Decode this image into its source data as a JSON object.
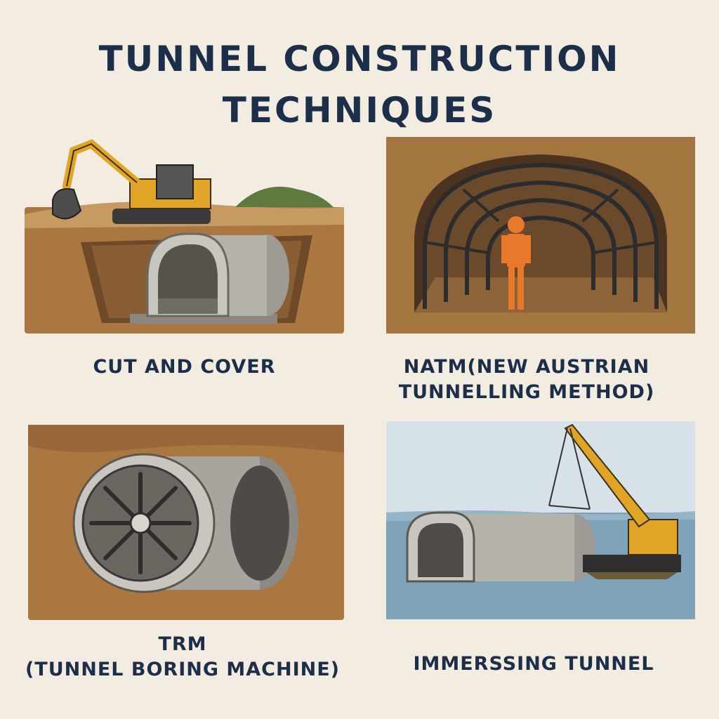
{
  "title": {
    "line1": "TUNNEL CONSTRUCTION",
    "line2": "TECHNIQUES"
  },
  "panels": [
    {
      "caption": [
        "CUT AND COVER"
      ],
      "icon": "excavator-trench-icon"
    },
    {
      "caption": [
        "NATM(NEW AUSTRIAN",
        "TUNNELLING METHOD)"
      ],
      "icon": "arched-tunnel-worker-icon"
    },
    {
      "caption": [
        "TRM",
        "(TUNNEL BORING MACHINE)"
      ],
      "icon": "boring-machine-icon"
    },
    {
      "caption": [
        "IMMERSSING TUNNEL"
      ],
      "icon": "crane-barge-tube-icon"
    }
  ],
  "colors": {
    "title_ink": "#1c2f4a",
    "background": "#f3ece1",
    "soil": "#a9773f",
    "concrete": "#b5b2ab",
    "machine_yellow": "#e0a526",
    "worker_orange": "#e8782a",
    "water": "#7fa3b8"
  }
}
